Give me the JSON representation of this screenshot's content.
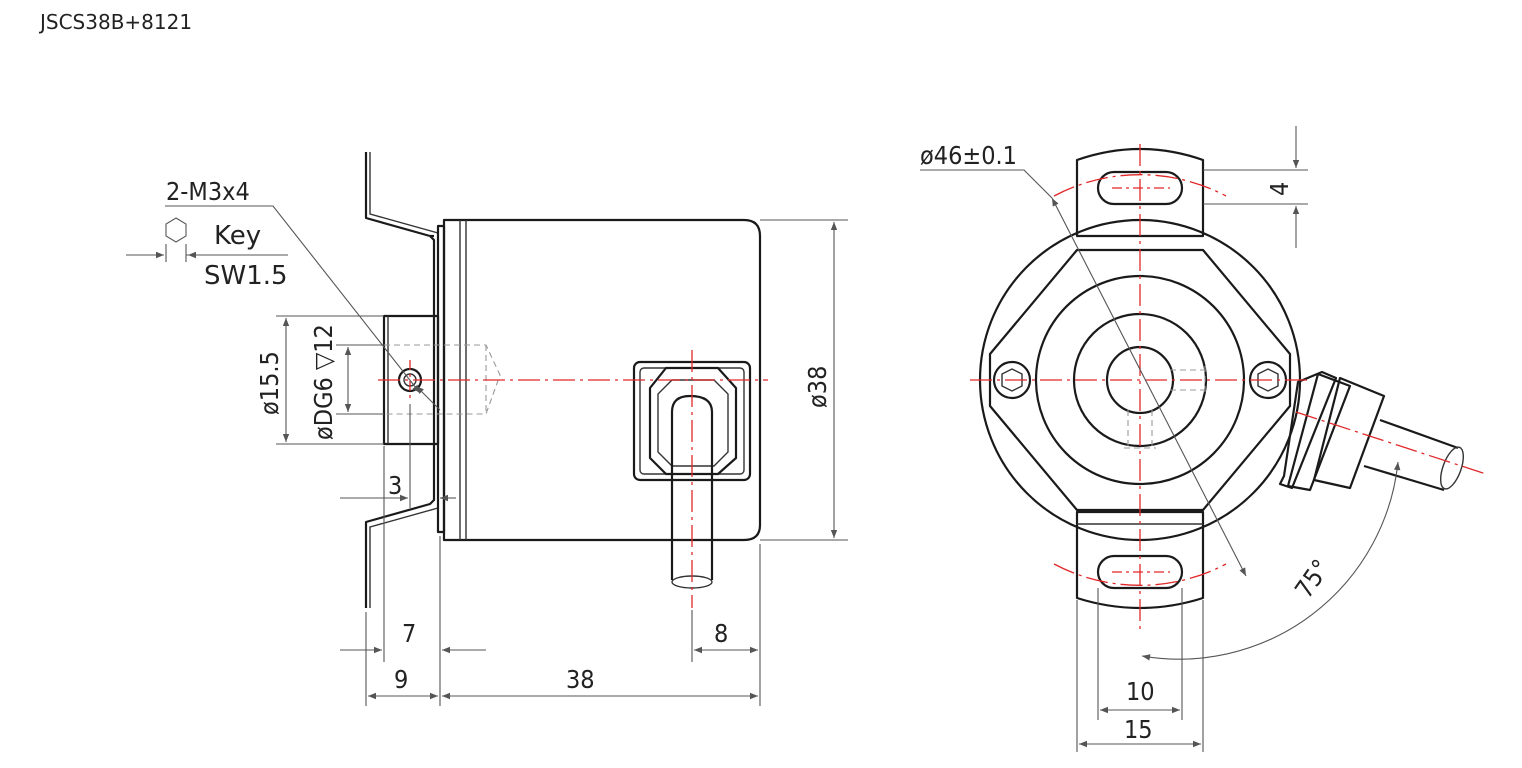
{
  "title": "JSCS38B+8121",
  "side_view": {
    "screw_label": "2-M3x4",
    "key_label": "Key",
    "sw_label": "SW1.5",
    "dim_shaft_dia": "ø15.5",
    "dim_bore": "øDG6 ▽12",
    "dim_body_dia": "ø38",
    "dim_3": "3",
    "dim_7": "7",
    "dim_9": "9",
    "dim_38": "38",
    "dim_8": "8"
  },
  "front_view": {
    "dim_pcd": "ø46±0.1",
    "dim_4": "4",
    "dim_angle": "75°",
    "dim_10": "10",
    "dim_15": "15"
  }
}
